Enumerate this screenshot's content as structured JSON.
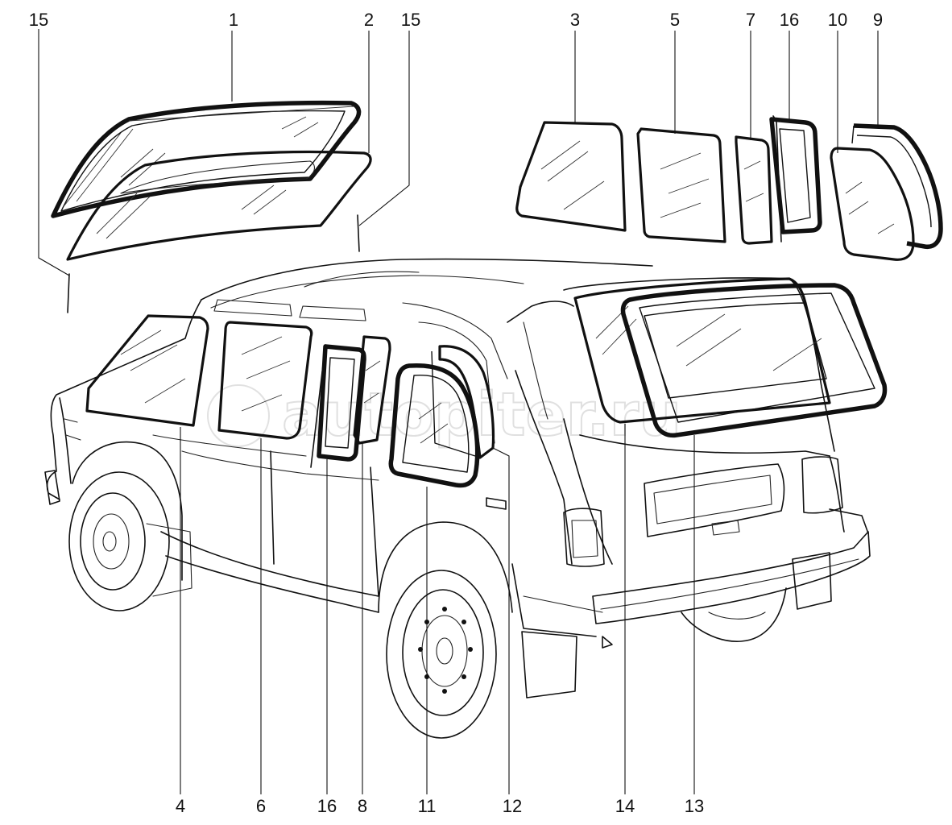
{
  "watermark_text": "autopiter.ru",
  "callouts": {
    "top": [
      "15",
      "1",
      "2",
      "15",
      "3",
      "5",
      "7",
      "16",
      "10",
      "9"
    ],
    "bottom": [
      "4",
      "6",
      "16",
      "8",
      "11",
      "12",
      "14",
      "13"
    ]
  }
}
